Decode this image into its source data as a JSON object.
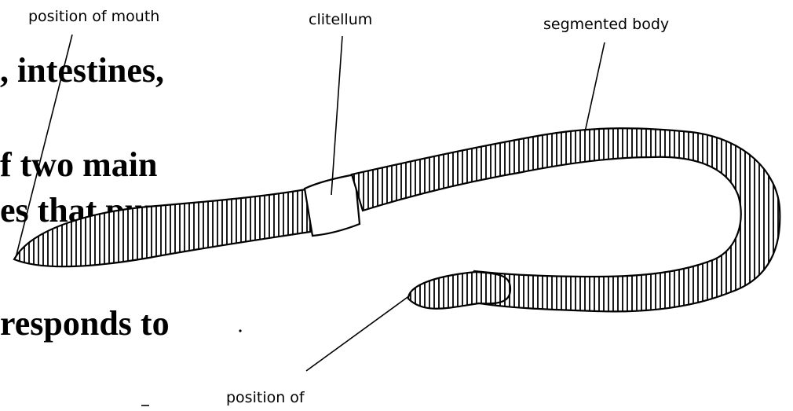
{
  "background_text": {
    "line1": ", intestines,",
    "line2": "f two main",
    "line3": "es that pump",
    "line4": "responds to"
  },
  "labels": {
    "mouth": "position of mouth",
    "clitellum": "clitellum",
    "segmented_body": "segmented body",
    "anus": "position of"
  },
  "colors": {
    "ink": "#000000",
    "paper": "#ffffff"
  }
}
